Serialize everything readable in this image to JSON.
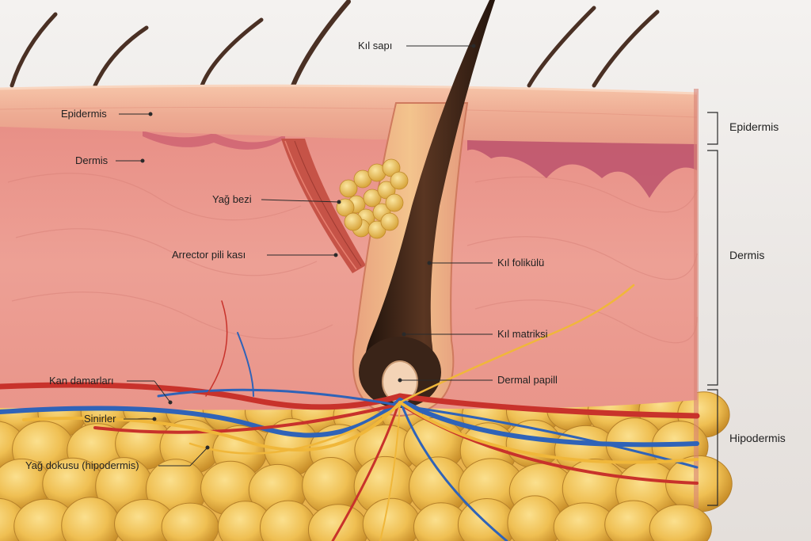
{
  "labels": {
    "kil_sapi": "Kıl sapı",
    "epidermis": "Epidermis",
    "dermis": "Dermis",
    "yag_bezi": "Yağ bezi",
    "arrector": "Arrector pili kası",
    "kil_folikulu": "Kıl folikülü",
    "kil_matriksi": "Kıl matriksi",
    "dermal_papill": "Dermal papill",
    "kan_damarlari": "Kan damarları",
    "sinirler": "Sinirler",
    "yag_dokusu": "Yağ dokusu (hipodermis)"
  },
  "layers": {
    "epidermis": "Epidermis",
    "dermis": "Dermis",
    "hipodermis": "Hipodermis"
  },
  "colors": {
    "epidermis": "#f0b49a",
    "dermis": "#e9988c",
    "fat": "#f2c45a",
    "hair": "#3b2418",
    "artery": "#c8322b",
    "vein": "#2f63b8",
    "nerve": "#f0b73a"
  }
}
